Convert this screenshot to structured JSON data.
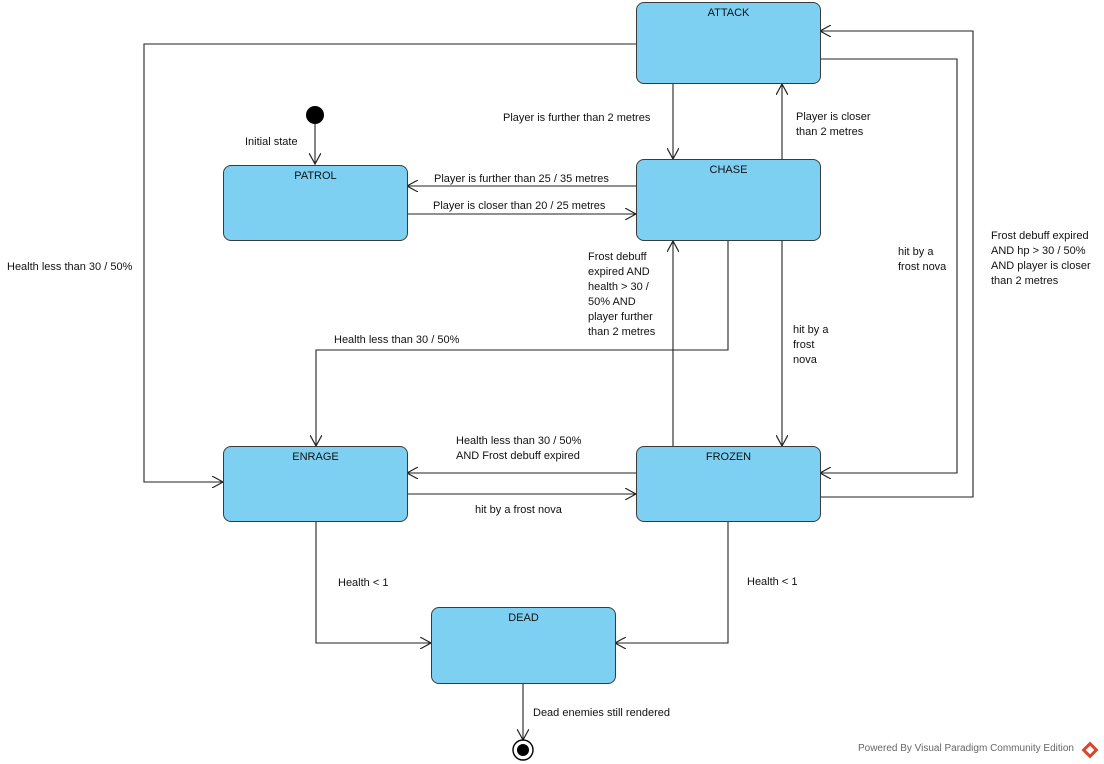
{
  "states": {
    "attack": "ATTACK",
    "chase": "CHASE",
    "patrol": "PATROL",
    "enrage": "ENRAGE",
    "frozen": "FROZEN",
    "dead": "DEAD"
  },
  "labels": {
    "initial_state": "Initial state",
    "attack_to_chase": "Player is further than 2 metres",
    "chase_to_attack": "Player is closer\nthan 2 metres",
    "chase_to_patrol": "Player is further than 25 / 35 metres",
    "patrol_to_chase": "Player is closer than 20 / 25 metres",
    "attack_to_enrage": "Health less than 30 / 50%",
    "frozen_to_chase": "Frost debuff\nexpired AND\nhealth > 30 /\n50% AND\nplayer further\nthan 2 metres",
    "chase_to_frozen": "hit by a\nfrost\nnova",
    "attack_to_frozen": "hit by a\nfrost nova",
    "frozen_to_attack": "Frost debuff expired\nAND hp > 30 / 50%\nAND player is closer\nthan 2 metres",
    "chase_to_enrage": "Health less than 30 / 50%",
    "frozen_to_enrage": "Health less than 30 / 50%\nAND Frost debuff expired",
    "enrage_to_frozen": "hit by a frost nova",
    "enrage_to_dead": "Health < 1",
    "frozen_to_dead": "Health < 1",
    "dead_to_final": "Dead enemies still rendered"
  },
  "footer": {
    "text": "Powered By  Visual Paradigm Community Edition"
  },
  "colors": {
    "state_fill": "#7dd0f2",
    "line": "#222222"
  }
}
